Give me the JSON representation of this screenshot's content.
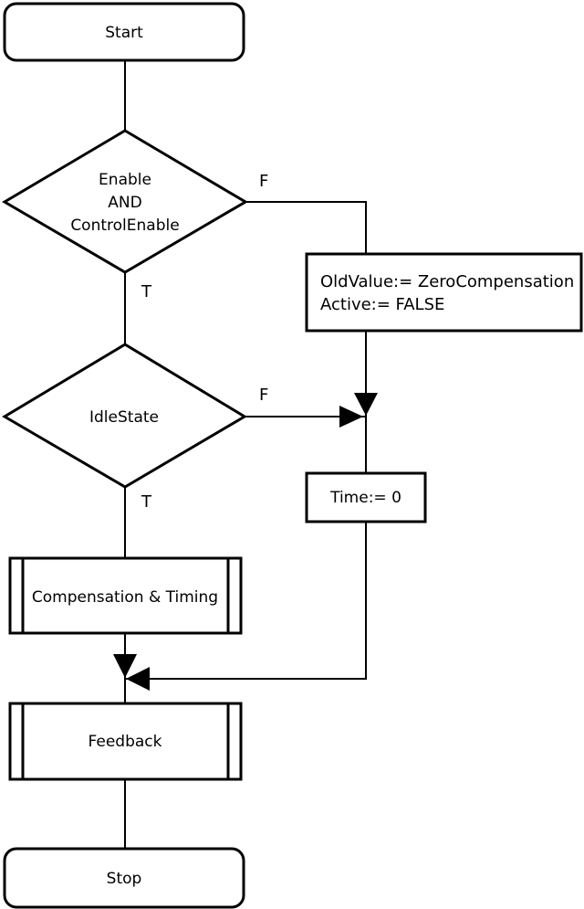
{
  "nodes": {
    "start": {
      "label": "Start"
    },
    "decision_enable": {
      "lines": [
        "Enable",
        "AND",
        "ControlEnable"
      ]
    },
    "process_reset": {
      "lines": [
        "OldValue:= ZeroCompensation",
        "Active:= FALSE"
      ]
    },
    "decision_idle": {
      "label": "IdleState"
    },
    "process_time": {
      "label": "Time:= 0"
    },
    "subprocess_compensation": {
      "label": "Compensation & Timing"
    },
    "subprocess_feedback": {
      "label": "Feedback"
    },
    "stop": {
      "label": "Stop"
    }
  },
  "edge_labels": {
    "enable_false": "F",
    "enable_true": "T",
    "idle_false": "F",
    "idle_true": "T"
  }
}
